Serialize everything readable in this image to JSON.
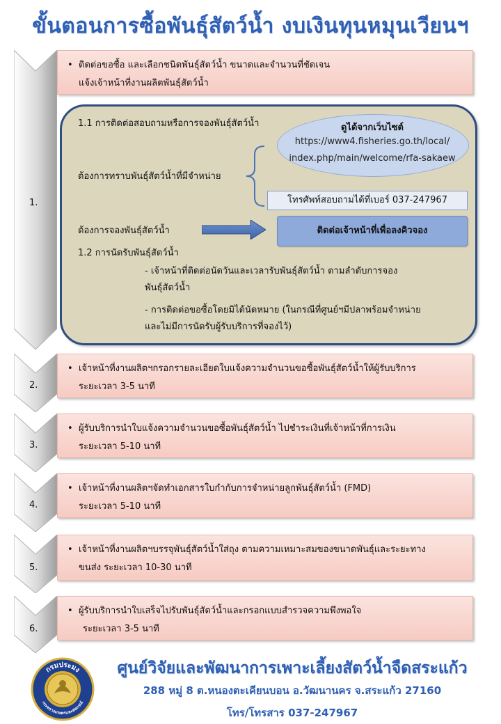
{
  "title": "ขั้นตอนการซื้อพันธุ์สัตว์น้ำ งบเงินทุนหมุนเวียนฯ",
  "step1": {
    "number": "1.",
    "bullet": "•",
    "line1": "ติดต่อขอซื้อ และเลือกชนิดพันธุ์สัตว์น้ำ  ขนาดและจำนวนที่ชัดเจน",
    "line2": "แจ้งเจ้าหน้าที่งานผลิตพันธุ์สัตว์น้ำ"
  },
  "detail": {
    "heading_1_1": "1.1 การติดต่อสอบถามหรือการจองพันธุ์สัตว์น้ำ",
    "want_available": "ต้องการทราบพันธุ์สัตว์น้ำที่มีจำหน่าย",
    "website_title": "ดูได้จากเว็บไซต์",
    "website_line1": "https://www4.fisheries.go.th/local/",
    "website_line2": "index.php/main/welcome/rfa-sakaew",
    "phone_text": "โทรศัพท์สอบถามได้ที่เบอร์  037-247967",
    "want_reserve": "ต้องการจองพันธุ์สัตว์น้ำ",
    "contact_button": "ติดต่อเจ้าหน้าที่เพื่อลงคิวจอง",
    "heading_1_2": "1.2 การนัดรับพันธุ์สัตว์น้ำ",
    "item_a_line1": "- เจ้าหน้าที่ติดต่อนัดวันและเวลารับพันธุ์สัตว์น้ำ ตามลำดับการจอง",
    "item_a_line2": "พันธุ์สัตว์น้ำ",
    "item_b_line1": "- การติดต่อขอซื้อโดยมิได้นัดหมาย (ในกรณีที่ศูนย์ฯมีปลาพร้อมจำหน่าย",
    "item_b_line2": "และไม่มีการนัดรับผู้รับบริการที่จองไว้)"
  },
  "steps": [
    {
      "number": "2.",
      "bullet": "•",
      "line1": "เจ้าหน้าที่งานผลิตฯกรอกรายละเอียดใบแจ้งความจำนวนขอซื้อพันธุ์สัตว์น้ำให้ผู้รับบริการ",
      "line2": "ระยะเวลา 3-5 นาที"
    },
    {
      "number": "3.",
      "bullet": "•",
      "line1": "ผู้รับบริการนำใบแจ้งความจำนวนขอซื้อพันธุ์สัตว์น้ำ  ไปชำระเงินที่เจ้าหน้าที่การเงิน",
      "line2": "ระยะเวลา  5-10 นาที"
    },
    {
      "number": "4.",
      "bullet": "•",
      "line1": "เจ้าหน้าที่งานผลิตฯจัดทำเอกสารใบกำกับการจำหน่ายลูกพันธุ์สัตว์น้ำ  (FMD)",
      "line2": "ระยะเวลา 5-10 นาที"
    },
    {
      "number": "5.",
      "bullet": "•",
      "line1": "เจ้าหน้าที่งานผลิตฯบรรจุพันธุ์สัตว์น้ำใส่ถุง  ตามความเหมาะสมของขนาดพันธุ์และระยะทาง",
      "line2": "ขนส่ง ระยะเวลา 10-30 นาที"
    },
    {
      "number": "6.",
      "bullet": "•",
      "line1": "ผู้รับบริการนำใบเสร็จไปรับพันธุ์สัตว์น้ำและกรอกแบบสำรวจความพึงพอใจ",
      "line2": "ระยะเวลา 3-5 นาที"
    }
  ],
  "footer": {
    "center_name": "ศูนย์วิจัยและพัฒนาการเพาะเลี้ยงสัตว์น้ำจืดสระแก้ว",
    "address": "288 หมู่ 8 ต.หนองตะเคียนบอน อ.วัฒนานคร จ.สระแก้ว 27160",
    "phone": "โทร/โทรสาร 037-247967"
  },
  "logo": {
    "text_top": "กรมประมง",
    "text_bottom": "กระทรวงเกษตรและสหกรณ์"
  },
  "colors": {
    "title_blue": "#2f5fb3",
    "panel_pink": "#f6cbc3",
    "detail_beige": "#dcd6bd",
    "detail_border": "#2f4d80",
    "button_blue": "#8eaadb",
    "oval_blue": "#c9d7ee"
  }
}
